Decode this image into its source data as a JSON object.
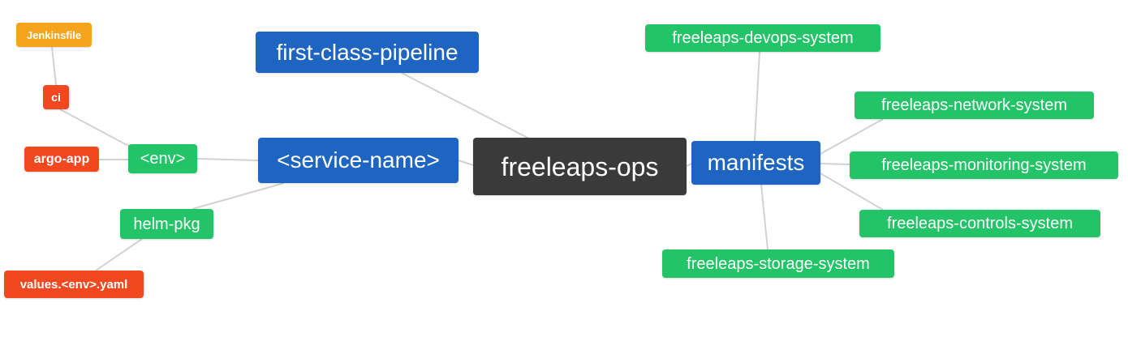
{
  "diagram": {
    "type": "mindmap",
    "root_label": "freeleaps-ops",
    "colors": {
      "root_bg": "#3a3a3a",
      "branch_blue": "#1d65c1",
      "leaf_green": "#23c368",
      "leaf_red": "#f1481f",
      "leaf_amber": "#f6a41d",
      "edge": "#d2d2d2",
      "text": "#ffffff"
    },
    "edges": [
      {
        "from": "Jenkinsfile",
        "to": "ci"
      },
      {
        "from": "ci",
        "to": "<env>"
      },
      {
        "from": "argo-app",
        "to": "<env>"
      },
      {
        "from": "<env>",
        "to": "<service-name>"
      },
      {
        "from": "first-class-pipeline",
        "to": "freeleaps-ops"
      },
      {
        "from": "<service-name>",
        "to": "freeleaps-ops"
      },
      {
        "from": "helm-pkg",
        "to": "<service-name>"
      },
      {
        "from": "values.<env>.yaml",
        "to": "helm-pkg"
      },
      {
        "from": "freeleaps-ops",
        "to": "manifests"
      },
      {
        "from": "manifests",
        "to": "freeleaps-devops-system"
      },
      {
        "from": "manifests",
        "to": "freeleaps-network-system"
      },
      {
        "from": "manifests",
        "to": "freeleaps-monitoring-system"
      },
      {
        "from": "manifests",
        "to": "freeleaps-controls-system"
      },
      {
        "from": "manifests",
        "to": "freeleaps-storage-system"
      }
    ]
  },
  "nodes": {
    "root": "freeleaps-ops",
    "first_class_pipeline": "first-class-pipeline",
    "service_name": "<service-name>",
    "env": "<env>",
    "ci": "ci",
    "argo_app": "argo-app",
    "jenkinsfile": "Jenkinsfile",
    "helm_pkg": "helm-pkg",
    "values_env_yaml": "values.<env>.yaml",
    "manifests": "manifests",
    "devops_system": "freeleaps-devops-system",
    "network_system": "freeleaps-network-system",
    "monitoring_system": "freeleaps-monitoring-system",
    "controls_system": "freeleaps-controls-system",
    "storage_system": "freeleaps-storage-system"
  }
}
